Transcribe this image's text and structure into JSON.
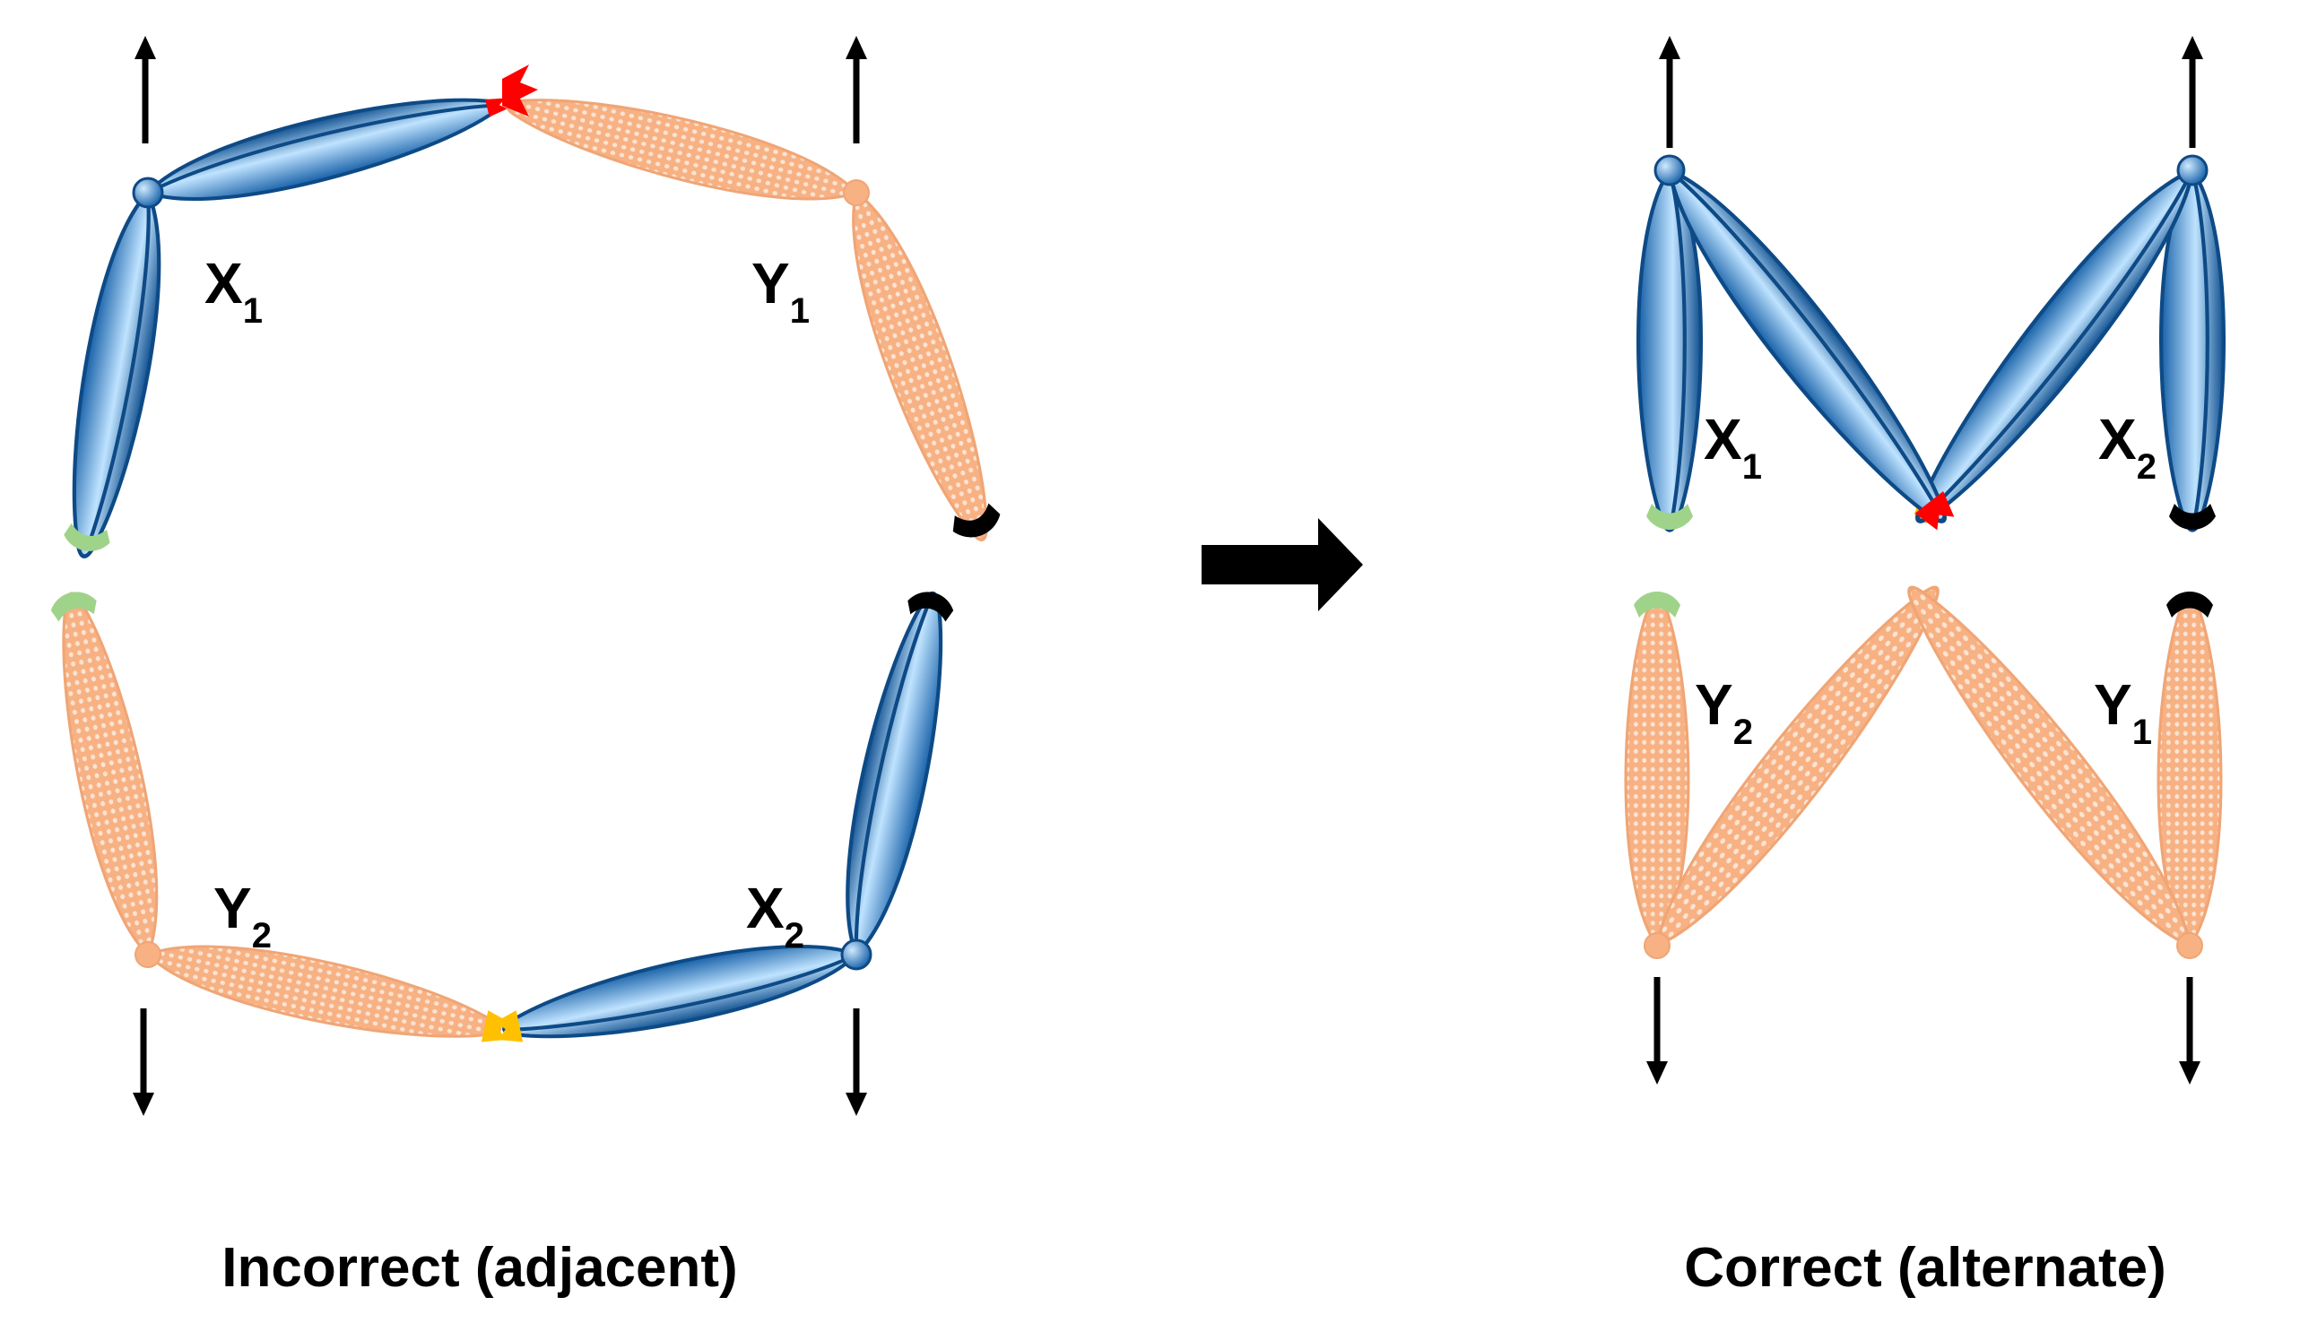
{
  "colors": {
    "x_chromosome": "#1f6db3",
    "x_highlight": "#bfe3ff",
    "y_chromosome": "#f7b183",
    "y_dots": "#fbe3d2",
    "end_red": "#ff0000",
    "end_green": "#9fd38a",
    "end_yellow": "#ffc000",
    "end_black": "#000000"
  },
  "left_panel": {
    "labels": {
      "x1": {
        "base": "X",
        "sub": "1"
      },
      "y1": {
        "base": "Y",
        "sub": "1"
      },
      "y2": {
        "base": "Y",
        "sub": "2"
      },
      "x2": {
        "base": "X",
        "sub": "2"
      }
    },
    "caption": "Incorrect (adjacent)"
  },
  "right_panel": {
    "labels": {
      "x1": {
        "base": "X",
        "sub": "1"
      },
      "x2": {
        "base": "X",
        "sub": "2"
      },
      "y2": {
        "base": "Y",
        "sub": "2"
      },
      "y1": {
        "base": "Y",
        "sub": "1"
      }
    },
    "caption": "Correct (alternate)"
  },
  "transition_arrow": "right-arrow-icon"
}
